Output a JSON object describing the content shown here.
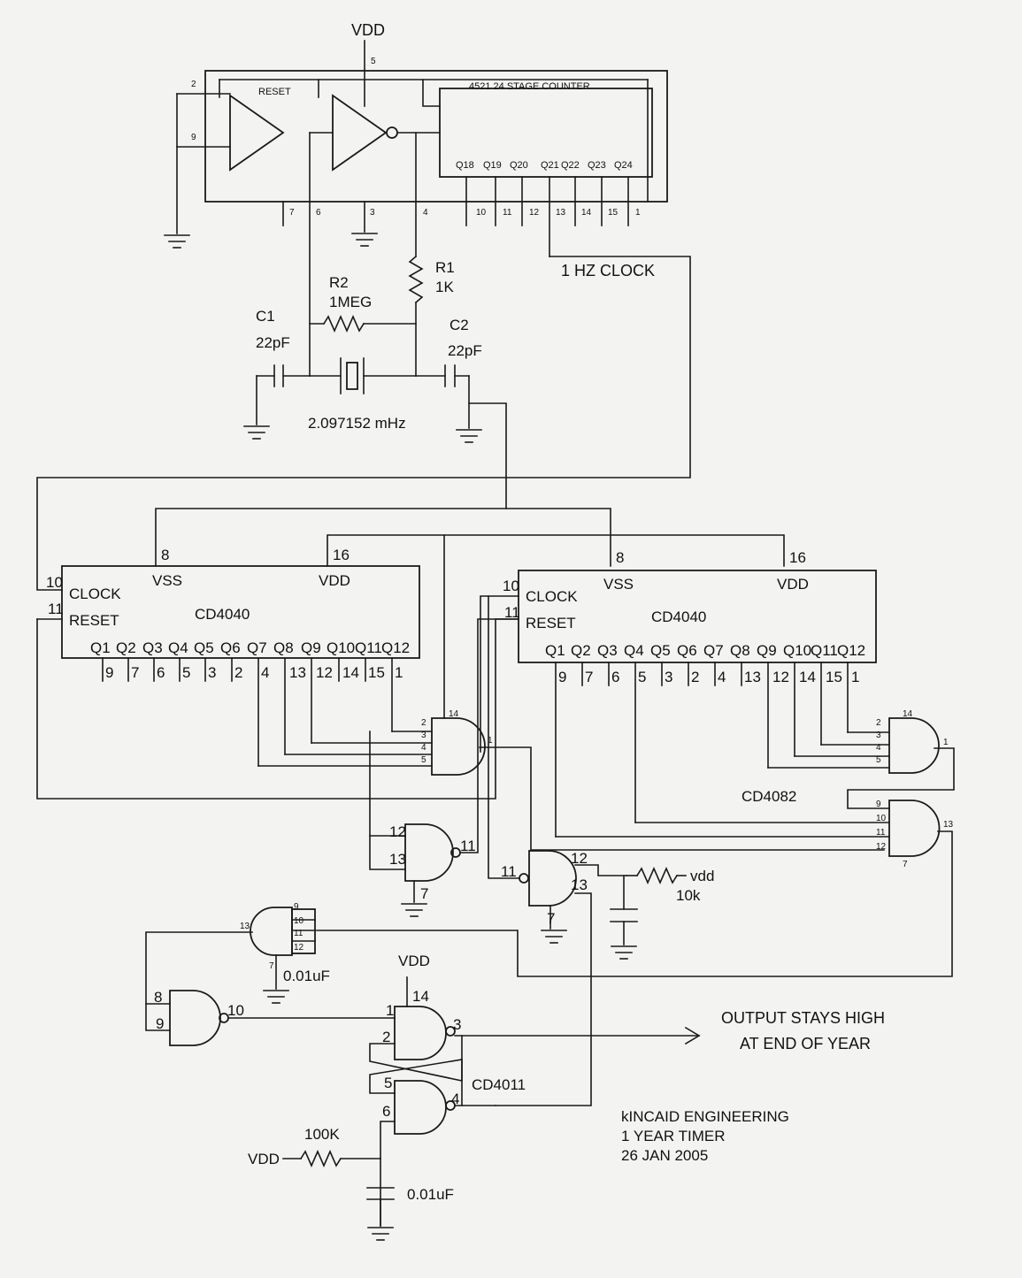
{
  "power": {
    "vdd": "VDD",
    "vdd_pin": "5",
    "vdd_lower": "vdd"
  },
  "counter_4521": {
    "title": "4521 24 STAGE COUNTER",
    "reset": "RESET",
    "outputs": [
      "Q18",
      "Q19",
      "Q20",
      "Q21",
      "Q22",
      "Q23",
      "Q24"
    ],
    "output_pins": [
      "10",
      "11",
      "12",
      "13",
      "14",
      "15",
      "1"
    ],
    "pins": {
      "p2": "2",
      "p9": "9",
      "p7": "7",
      "p6": "6",
      "p3": "3",
      "p4": "4"
    }
  },
  "oscillator": {
    "r1_name": "R1",
    "r1_value": "1K",
    "r2_name": "R2",
    "r2_value": "1MEG",
    "c1_name": "C1",
    "c1_value": "22pF",
    "c2_name": "C2",
    "c2_value": "22pF",
    "crystal": "2.097152 mHz",
    "clock_label": "1 HZ CLOCK"
  },
  "cd4040_left": {
    "name": "CD4040",
    "clock": "CLOCK",
    "reset": "RESET",
    "vss": "VSS",
    "vdd": "VDD",
    "pin_vss": "8",
    "pin_vdd": "16",
    "pin_clock": "10",
    "pin_reset": "11",
    "outputs": [
      "Q1",
      "Q2",
      "Q3",
      "Q4",
      "Q5",
      "Q6",
      "Q7",
      "Q8",
      "Q9",
      "Q10",
      "Q11",
      "Q12"
    ],
    "output_pins": [
      "9",
      "7",
      "6",
      "5",
      "3",
      "2",
      "4",
      "13",
      "12",
      "14",
      "15",
      "1"
    ]
  },
  "cd4040_right": {
    "name": "CD4040",
    "clock": "CLOCK",
    "reset": "RESET",
    "vss": "VSS",
    "vdd": "VDD",
    "pin_vss": "8",
    "pin_vdd": "16",
    "pin_clock": "10",
    "pin_reset": "11",
    "outputs": [
      "Q1",
      "Q2",
      "Q3",
      "Q4",
      "Q5",
      "Q6",
      "Q7",
      "Q8",
      "Q9",
      "Q10",
      "Q11",
      "Q12"
    ],
    "output_pins": [
      "9",
      "7",
      "6",
      "5",
      "3",
      "2",
      "4",
      "13",
      "12",
      "14",
      "15",
      "1"
    ]
  },
  "and_gates": {
    "chip": "CD4082",
    "gate_a": {
      "inputs": [
        "2",
        "3",
        "4",
        "5"
      ],
      "vdd": "14",
      "output": "1"
    },
    "gate_b": {
      "inputs": [
        "2",
        "3",
        "4",
        "5"
      ],
      "vdd": "14",
      "output": "1"
    },
    "gate_c": {
      "inputs": [
        "9",
        "10",
        "11",
        "12"
      ],
      "gnd": "7",
      "output": "13"
    },
    "gate_d": {
      "inputs": [
        "9",
        "10",
        "11",
        "12"
      ],
      "gnd": "7",
      "output": "13"
    }
  },
  "nand_gates": {
    "chip": "CD4011",
    "n1": {
      "in_a": "12",
      "in_b": "13",
      "out": "11",
      "gnd": "7"
    },
    "n2": {
      "in_a": "12",
      "in_b": "13",
      "out": "11",
      "gnd": "7"
    },
    "n3": {
      "in_a": "8",
      "in_b": "9",
      "out": "10"
    },
    "n4": {
      "in_a": "1",
      "in_b": "2",
      "out": "3",
      "vdd": "14"
    },
    "n5": {
      "in_a": "5",
      "in_b": "6",
      "out": "4"
    }
  },
  "passives": {
    "r10k": "10k",
    "c_ic": "0.01uF",
    "r100k": "100K",
    "c_por": "0.01uF"
  },
  "output": {
    "line1": "OUTPUT STAYS HIGH",
    "line2": "AT END OF YEAR"
  },
  "title_block": {
    "line1": "kINCAID ENGINEERING",
    "line2": "1 YEAR TIMER",
    "line3": "26 JAN 2005"
  }
}
